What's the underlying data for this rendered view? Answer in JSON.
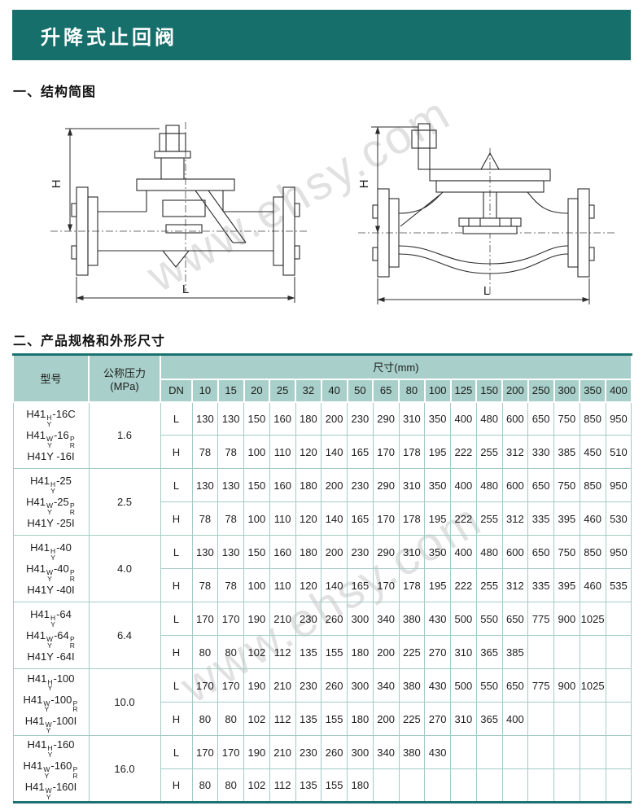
{
  "page": {
    "title": "升降式止回阀",
    "watermark": "www.ehsy.com"
  },
  "sections": {
    "structure": "一、结构简图",
    "specs": "二、产品规格和外形尺寸"
  },
  "diagram": {
    "height_label": "H",
    "length_label": "L"
  },
  "table": {
    "headers": {
      "model": "型号",
      "pressure_line1": "公称压力",
      "pressure_line2": "(MPa)",
      "size_span": "尺寸(mm)",
      "dn": "DN"
    },
    "dn_sizes": [
      "10",
      "15",
      "20",
      "25",
      "32",
      "40",
      "50",
      "65",
      "80",
      "100",
      "125",
      "150",
      "200",
      "250",
      "300",
      "350",
      "400"
    ],
    "dim_row_labels": [
      "L",
      "H"
    ],
    "groups": [
      {
        "pressure": "1.6",
        "models": [
          [
            {
              "text": "H41"
            },
            {
              "stack": [
                "H",
                "Y"
              ]
            },
            {
              "text": "-16C"
            }
          ],
          [
            {
              "text": "H41"
            },
            {
              "stack": [
                "W",
                "Y"
              ]
            },
            {
              "text": "-16"
            },
            {
              "stack": [
                "P",
                "R"
              ]
            }
          ],
          [
            {
              "text": "H41Y -16I"
            }
          ]
        ],
        "L": [
          "130",
          "130",
          "150",
          "160",
          "180",
          "200",
          "230",
          "290",
          "310",
          "350",
          "400",
          "480",
          "600",
          "650",
          "750",
          "850",
          "950"
        ],
        "H": [
          "78",
          "78",
          "100",
          "110",
          "120",
          "140",
          "165",
          "170",
          "178",
          "195",
          "222",
          "255",
          "312",
          "330",
          "385",
          "450",
          "510"
        ]
      },
      {
        "pressure": "2.5",
        "models": [
          [
            {
              "text": "H41"
            },
            {
              "stack": [
                "H",
                "Y"
              ]
            },
            {
              "text": "-25"
            }
          ],
          [
            {
              "text": "H41"
            },
            {
              "stack": [
                "W",
                "Y"
              ]
            },
            {
              "text": "-25"
            },
            {
              "stack": [
                "P",
                "R"
              ]
            }
          ],
          [
            {
              "text": "H41Y -25I"
            }
          ]
        ],
        "L": [
          "130",
          "130",
          "150",
          "160",
          "180",
          "200",
          "230",
          "290",
          "310",
          "350",
          "400",
          "480",
          "600",
          "650",
          "750",
          "850",
          "950"
        ],
        "H": [
          "78",
          "78",
          "100",
          "110",
          "120",
          "140",
          "165",
          "170",
          "178",
          "195",
          "222",
          "255",
          "312",
          "335",
          "395",
          "460",
          "530"
        ]
      },
      {
        "pressure": "4.0",
        "models": [
          [
            {
              "text": "H41"
            },
            {
              "stack": [
                "H",
                "Y"
              ]
            },
            {
              "text": "-40"
            }
          ],
          [
            {
              "text": "H41"
            },
            {
              "stack": [
                "W",
                "Y"
              ]
            },
            {
              "text": "-40"
            },
            {
              "stack": [
                "P",
                "R"
              ]
            }
          ],
          [
            {
              "text": "H41Y -40I"
            }
          ]
        ],
        "L": [
          "130",
          "130",
          "150",
          "160",
          "180",
          "200",
          "230",
          "290",
          "310",
          "350",
          "400",
          "480",
          "600",
          "650",
          "750",
          "850",
          "950"
        ],
        "H": [
          "78",
          "78",
          "100",
          "110",
          "120",
          "140",
          "165",
          "170",
          "178",
          "195",
          "222",
          "255",
          "312",
          "335",
          "395",
          "460",
          "535"
        ]
      },
      {
        "pressure": "6.4",
        "models": [
          [
            {
              "text": "H41"
            },
            {
              "stack": [
                "H",
                "Y"
              ]
            },
            {
              "text": "-64"
            }
          ],
          [
            {
              "text": "H41"
            },
            {
              "stack": [
                "W",
                "Y"
              ]
            },
            {
              "text": "-64"
            },
            {
              "stack": [
                "P",
                "R"
              ]
            }
          ],
          [
            {
              "text": "H41Y -64I"
            }
          ]
        ],
        "L": [
          "170",
          "170",
          "190",
          "210",
          "230",
          "260",
          "300",
          "340",
          "380",
          "430",
          "500",
          "550",
          "650",
          "775",
          "900",
          "1025",
          ""
        ],
        "H": [
          "80",
          "80",
          "102",
          "112",
          "135",
          "155",
          "180",
          "200",
          "225",
          "270",
          "310",
          "365",
          "385",
          "",
          "",
          "",
          ""
        ]
      },
      {
        "pressure": "10.0",
        "models": [
          [
            {
              "text": "H41"
            },
            {
              "stack": [
                "H",
                "Y"
              ]
            },
            {
              "text": "-100"
            }
          ],
          [
            {
              "text": "H41"
            },
            {
              "stack": [
                "W",
                "Y"
              ]
            },
            {
              "text": "-100"
            },
            {
              "stack": [
                "P",
                "R"
              ]
            }
          ],
          [
            {
              "text": "H41"
            },
            {
              "stack": [
                "W",
                "Y"
              ]
            },
            {
              "text": "-100I"
            }
          ]
        ],
        "L": [
          "170",
          "170",
          "190",
          "210",
          "230",
          "260",
          "300",
          "340",
          "380",
          "430",
          "500",
          "550",
          "650",
          "775",
          "900",
          "1025",
          ""
        ],
        "H": [
          "80",
          "80",
          "102",
          "112",
          "135",
          "155",
          "180",
          "200",
          "225",
          "270",
          "310",
          "365",
          "400",
          "",
          "",
          "",
          ""
        ]
      },
      {
        "pressure": "16.0",
        "models": [
          [
            {
              "text": "H41"
            },
            {
              "stack": [
                "H",
                "Y"
              ]
            },
            {
              "text": "-160"
            }
          ],
          [
            {
              "text": "H41"
            },
            {
              "stack": [
                "W",
                "Y"
              ]
            },
            {
              "text": "-160"
            },
            {
              "stack": [
                "P",
                "R"
              ]
            }
          ],
          [
            {
              "text": "H41"
            },
            {
              "stack": [
                "W",
                "Y"
              ]
            },
            {
              "text": "-160I"
            }
          ]
        ],
        "L": [
          "170",
          "170",
          "190",
          "210",
          "230",
          "260",
          "300",
          "340",
          "380",
          "430",
          "",
          "",
          "",
          "",
          "",
          "",
          ""
        ],
        "H": [
          "80",
          "80",
          "102",
          "112",
          "135",
          "155",
          "180",
          "",
          "",
          "",
          "",
          "",
          "",
          "",
          "",
          "",
          ""
        ]
      }
    ]
  }
}
